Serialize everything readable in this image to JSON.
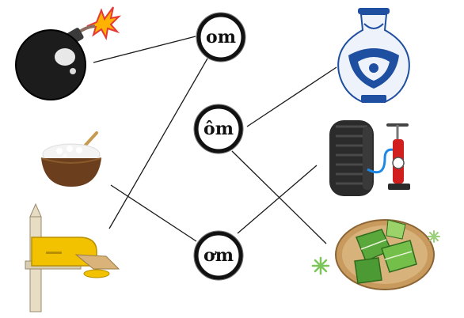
{
  "words": [
    {
      "id": "om",
      "text": "om"
    },
    {
      "id": "om-circumflex",
      "text": "ôm"
    },
    {
      "id": "om-horn",
      "text": "ơm"
    }
  ],
  "images": [
    {
      "id": "bomb",
      "icon": "bomb-icon"
    },
    {
      "id": "rice-bowl",
      "icon": "rice-bowl-icon"
    },
    {
      "id": "mailbox",
      "icon": "mailbox-icon"
    },
    {
      "id": "vase",
      "icon": "porcelain-vase-icon"
    },
    {
      "id": "tire-pump",
      "icon": "tire-and-pump-icon"
    },
    {
      "id": "rice-cakes",
      "icon": "wrapped-rice-cakes-icon"
    }
  ],
  "connections": [
    {
      "from": "bomb",
      "to": "om"
    },
    {
      "from": "mailbox",
      "to": "om"
    },
    {
      "from": "vase",
      "to": "om-circumflex"
    },
    {
      "from": "rice-cakes",
      "to": "om-circumflex"
    },
    {
      "from": "rice-bowl",
      "to": "om-horn"
    },
    {
      "from": "tire-pump",
      "to": "om-horn"
    }
  ],
  "colors": {
    "line": "#1a1a1a",
    "vase_blue": "#1f4fa0",
    "mailbox_yellow": "#f2c200",
    "pump_red": "#d11f1f",
    "leaf_green": "#5aa83c"
  }
}
